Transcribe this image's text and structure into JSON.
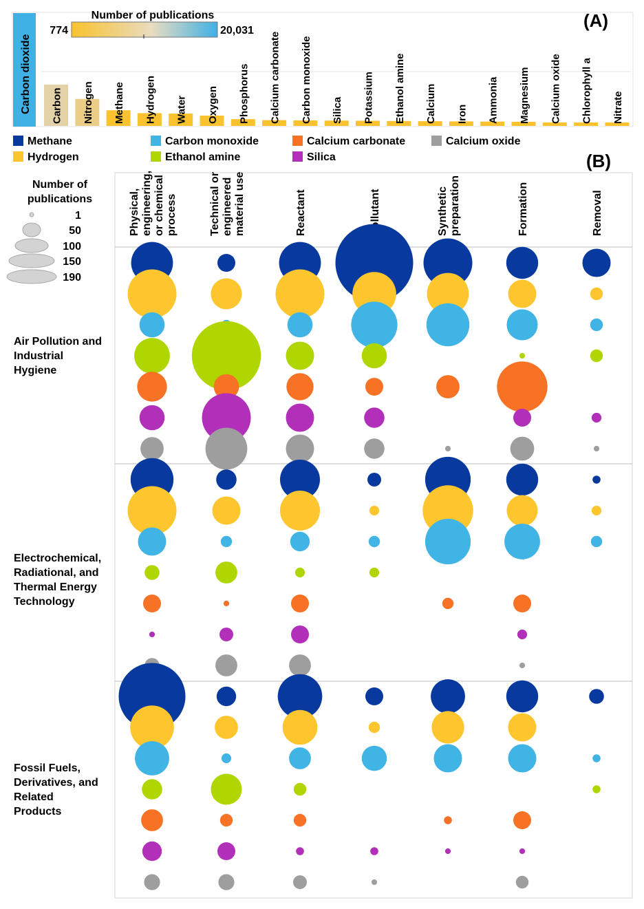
{
  "panel_a": {
    "letter": "(A)",
    "row_label": "Carbon dioxide",
    "colorbar": {
      "title": "Number of publications",
      "min_label": "774",
      "max_label": "20,031",
      "colors": [
        "#f9c22e",
        "#e9dcc0",
        "#3fb1e5"
      ]
    },
    "bar_colors": {
      "tan": "#e3d2a8",
      "gold": "#f9c22e"
    }
  },
  "panel_b": {
    "letter": "(B)",
    "size_legend": {
      "title_lines": [
        "Number of",
        "publications"
      ],
      "values": [
        "1",
        "50",
        "100",
        "150",
        "190"
      ]
    }
  },
  "legend": [
    {
      "name": "Methane",
      "color": "#07399e"
    },
    {
      "name": "Carbon monoxide",
      "color": "#41b4e6"
    },
    {
      "name": "Calcium carbonate",
      "color": "#f77224"
    },
    {
      "name": "Calcium oxide",
      "color": "#9e9e9e"
    },
    {
      "name": "Hydrogen",
      "color": "#fec62e"
    },
    {
      "name": "Ethanol amine",
      "color": "#afd600"
    },
    {
      "name": "Silica",
      "color": "#b22fba"
    }
  ],
  "chart_data": [
    {
      "type": "bar",
      "title": "Number of publications",
      "categories": [
        "Carbon",
        "Nitrogen",
        "Methane",
        "Hydrogen",
        "Water",
        "Oxygen",
        "Phosphorus",
        "Calcium carbonate",
        "Carbon monoxide",
        "Silica",
        "Potassium",
        "Ethanol amine",
        "Calcium",
        "Iron",
        "Ammonia",
        "Magnesium",
        "Calcium oxide",
        "Chlorophyll a",
        "Nitrate"
      ],
      "values": [
        20031,
        13100,
        7600,
        6200,
        6000,
        5000,
        3300,
        2800,
        2700,
        2600,
        2500,
        2400,
        2300,
        2200,
        2100,
        2000,
        1600,
        1300,
        1200
      ],
      "color_range": [
        774,
        20031
      ]
    },
    {
      "type": "scatter",
      "columns": [
        [
          "Physical,",
          "engineering,",
          "or chemical",
          "process"
        ],
        [
          "Technical or",
          "engineered",
          "material use"
        ],
        [
          "Reactant"
        ],
        [
          "Pollutant"
        ],
        [
          "Synthetic",
          "preparation"
        ],
        [
          "Formation"
        ],
        [
          "Removal"
        ]
      ],
      "series_order": [
        "Methane",
        "Hydrogen",
        "Carbon monoxide",
        "Ethanol amine",
        "Calcium carbonate",
        "Silica",
        "Calcium oxide"
      ],
      "groups": [
        {
          "label_lines": [
            "Air Pollution and",
            "Industrial",
            "Hygiene"
          ],
          "values": [
            [
              55,
              10,
              55,
              190,
              75,
              32,
              25
            ],
            [
              75,
              30,
              75,
              60,
              55,
              25,
              5
            ],
            [
              20,
              3,
              20,
              67,
              58,
              30,
              5
            ],
            [
              40,
              150,
              25,
              20,
              0,
              1,
              5
            ],
            [
              28,
              20,
              23,
              10,
              17,
              80,
              0
            ],
            [
              20,
              75,
              25,
              13,
              0,
              10,
              3
            ],
            [
              17,
              55,
              25,
              13,
              1,
              18,
              1
            ]
          ]
        },
        {
          "label_lines": [
            "Electrochemical,",
            "Radiational, and",
            "Thermal Energy",
            "Technology"
          ],
          "values": [
            [
              58,
              13,
              50,
              6,
              65,
              32,
              2
            ],
            [
              75,
              25,
              50,
              3,
              80,
              30,
              3
            ],
            [
              25,
              4,
              12,
              4,
              65,
              40,
              4
            ],
            [
              7,
              15,
              3,
              3,
              0,
              0,
              0
            ],
            [
              10,
              1,
              10,
              0,
              4,
              10,
              0
            ],
            [
              1,
              6,
              10,
              0,
              0,
              3,
              0
            ],
            [
              7,
              15,
              15,
              0,
              0,
              1,
              0
            ]
          ]
        },
        {
          "label_lines": [
            "Fossil Fuels,",
            "Derivatives, and",
            "Related",
            "Products"
          ],
          "values": [
            [
              140,
              12,
              62,
              10,
              37,
              32,
              7
            ],
            [
              60,
              17,
              38,
              4,
              33,
              25,
              0
            ],
            [
              37,
              3,
              15,
              20,
              25,
              25,
              2
            ],
            [
              13,
              30,
              5,
              0,
              0,
              0,
              2
            ],
            [
              15,
              5,
              5,
              0,
              2,
              10,
              0
            ],
            [
              12,
              10,
              2,
              2,
              1,
              1,
              0
            ],
            [
              8,
              8,
              6,
              1,
              0,
              5,
              0
            ]
          ]
        }
      ]
    }
  ]
}
